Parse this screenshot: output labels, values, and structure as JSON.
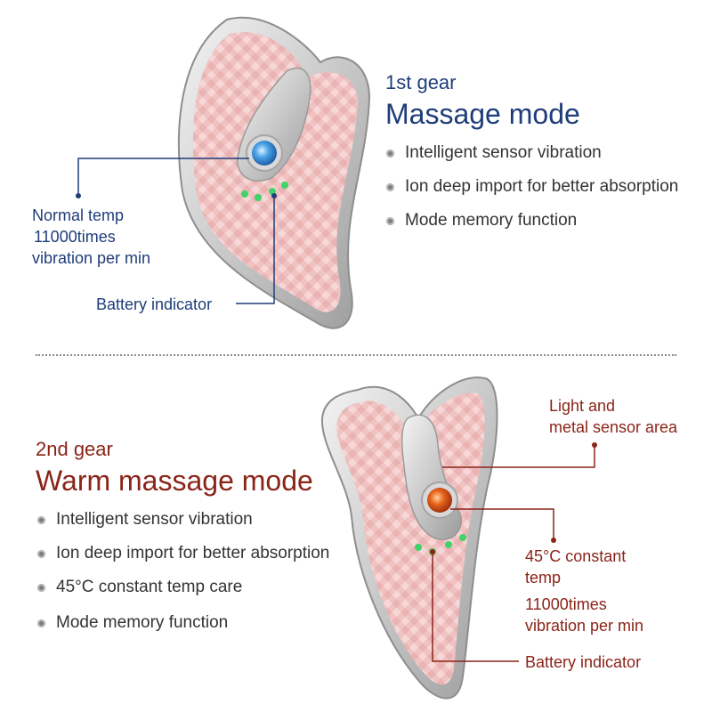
{
  "top": {
    "gear": "1st gear",
    "mode": "Massage mode",
    "features": [
      "Intelligent sensor vibration",
      "Ion deep import for better absorption",
      "Mode memory function"
    ],
    "labels": {
      "temp_line1": "Normal temp",
      "temp_line2": "11000times",
      "temp_line3": "vibration per min",
      "battery": "Battery indicator"
    }
  },
  "bottom": {
    "gear": "2nd gear",
    "mode": "Warm massage mode",
    "features": [
      "Intelligent sensor vibration",
      "Ion deep import for better absorption",
      "45°C constant temp care",
      "Mode memory function"
    ],
    "labels": {
      "sensor_line1": "Light and",
      "sensor_line2": "metal sensor area",
      "temp_line1": "45°C constant",
      "temp_line2": "temp",
      "temp_line3": "11000times",
      "temp_line4": "vibration per min",
      "battery": "Battery indicator"
    }
  },
  "colors": {
    "heading_blue": "#1f3d7a",
    "heading_red": "#8a2418",
    "device_pink": "#f2c6c6",
    "button_blue": "#4aa3e8",
    "button_orange": "#e8651e",
    "led_green": "#3fd36a"
  }
}
